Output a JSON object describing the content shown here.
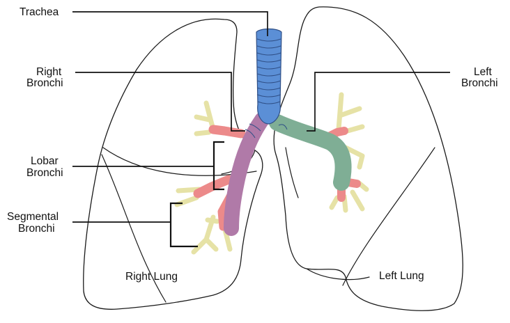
{
  "labels": {
    "trachea": "Trachea",
    "right_bronchi_line1": "Right",
    "right_bronchi_line2": "Bronchi",
    "left_bronchi_line1": "Left",
    "left_bronchi_line2": "Bronchi",
    "lobar_bronchi_line1": "Lobar",
    "lobar_bronchi_line2": "Bronchi",
    "segmental_bronchi_line1": "Segmental",
    "segmental_bronchi_line2": "Bronchi",
    "right_lung": "Right Lung",
    "left_lung": "Left Lung"
  },
  "colors": {
    "trachea": "#5b8fd6",
    "right_main_bronchus": "#b07aa8",
    "left_main_bronchus": "#7fae95",
    "lobar_bronchi": "#ec8a8a",
    "segmental_bronchi": "#e6e2a6"
  }
}
